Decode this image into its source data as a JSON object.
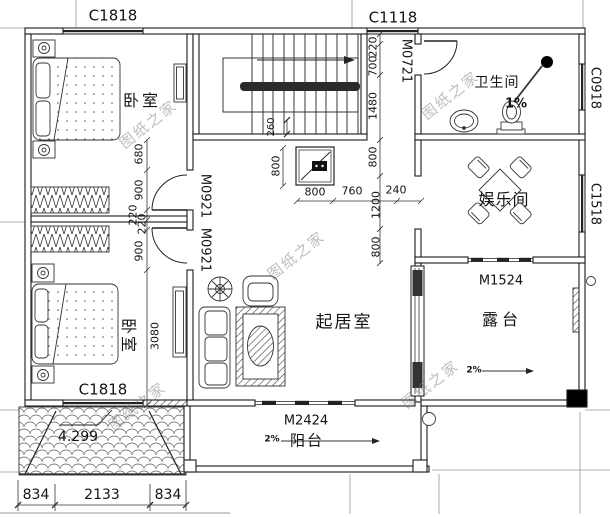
{
  "watermark": {
    "text": "图纸之家"
  },
  "rooms": {
    "bedroom_top": "卧室",
    "bedroom_bottom": "卧室",
    "living_room": "起居室",
    "bathroom": "卫生间",
    "entertainment": "娱乐间",
    "terrace": "露台",
    "balcony": "阳台"
  },
  "windows": {
    "top_left": "C1818",
    "top_mid": "C1118",
    "right_top": "C0918",
    "right_mid": "C1518",
    "bottom_left": "C1818"
  },
  "doors": {
    "bathroom": "M0721",
    "bedroom_top": "M0921",
    "bedroom_bottom": "M0921",
    "terrace": "M1524",
    "balcony": "M2424"
  },
  "dimensions": {
    "mid_chain": [
      "220",
      "700",
      "1480",
      "800",
      "1200",
      "800"
    ],
    "left_chain": [
      "680",
      "900",
      "220",
      "220",
      "900",
      "3080"
    ],
    "stair": "260",
    "fridge_v": "800",
    "fridge_h": [
      "800",
      "760",
      "240"
    ],
    "bottom_chain": [
      "834",
      "2133",
      "834"
    ]
  },
  "annotations": {
    "roof_elevation": "4.299",
    "bathroom_slope": "1%",
    "terrace_slope": "2%",
    "balcony_slope": "2%"
  }
}
